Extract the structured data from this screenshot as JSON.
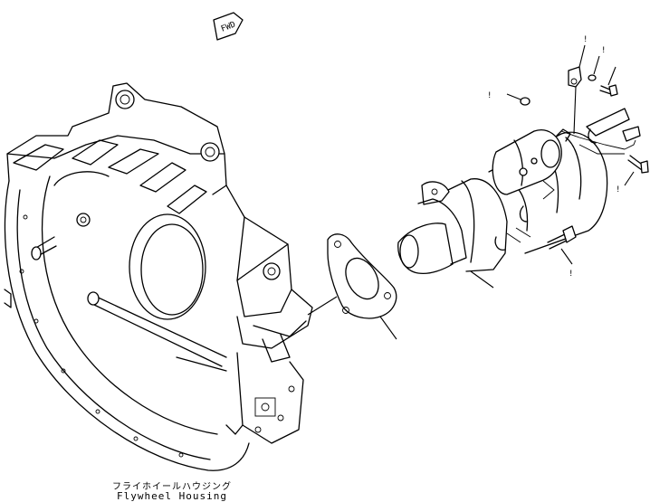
{
  "direction_marker": {
    "text": "FWD",
    "icon": "fwd-arrow-icon"
  },
  "caption": {
    "japanese": "フライホイールハウジング",
    "english": "Flywheel Housing"
  },
  "part_markers": [
    {
      "id": "m1",
      "text": "!"
    },
    {
      "id": "m2",
      "text": "!"
    },
    {
      "id": "m3",
      "text": "!"
    },
    {
      "id": "m4",
      "text": "!"
    },
    {
      "id": "m5",
      "text": "!"
    },
    {
      "id": "m6",
      "text": "!"
    }
  ],
  "components": {
    "housing": "flywheel-housing",
    "gasket": "gasket",
    "starter": "starting-motor",
    "bolt": "mounting-bolt",
    "bracket": "wire-bracket",
    "screw": "terminal-screw"
  }
}
